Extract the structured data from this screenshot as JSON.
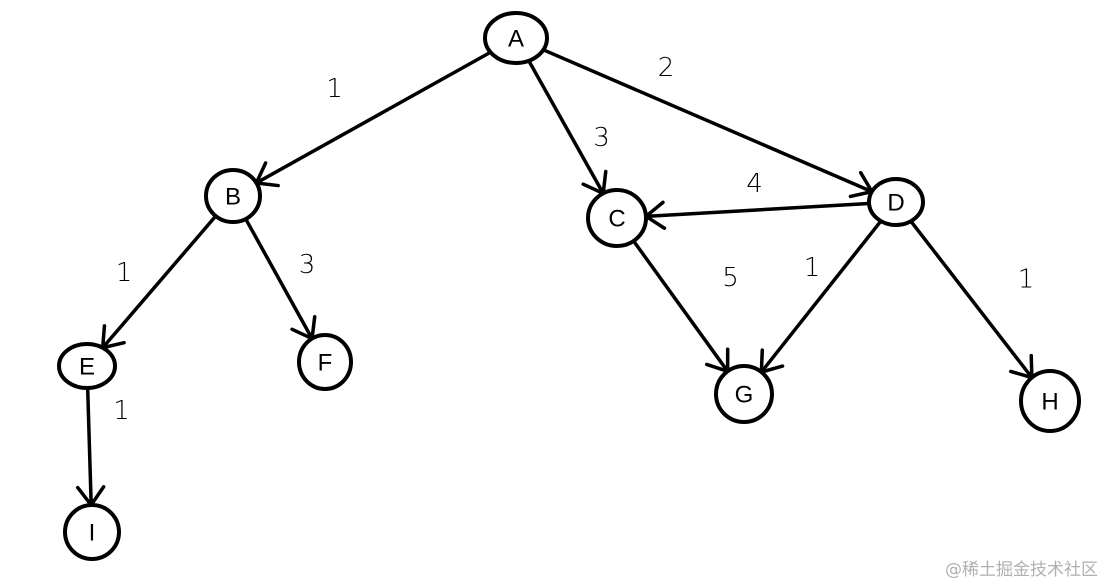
{
  "diagram": {
    "nodes": [
      {
        "id": "A",
        "label": "A"
      },
      {
        "id": "B",
        "label": "B"
      },
      {
        "id": "C",
        "label": "C"
      },
      {
        "id": "D",
        "label": "D"
      },
      {
        "id": "E",
        "label": "E"
      },
      {
        "id": "F",
        "label": "F"
      },
      {
        "id": "G",
        "label": "G"
      },
      {
        "id": "H",
        "label": "H"
      },
      {
        "id": "I",
        "label": "I"
      }
    ],
    "edges": [
      {
        "from": "A",
        "to": "B",
        "weight": "1"
      },
      {
        "from": "A",
        "to": "C",
        "weight": "3"
      },
      {
        "from": "A",
        "to": "D",
        "weight": "2"
      },
      {
        "from": "D",
        "to": "C",
        "weight": "4"
      },
      {
        "from": "B",
        "to": "E",
        "weight": "1"
      },
      {
        "from": "B",
        "to": "F",
        "weight": "3"
      },
      {
        "from": "C",
        "to": "G",
        "weight": "5"
      },
      {
        "from": "D",
        "to": "G",
        "weight": "1"
      },
      {
        "from": "D",
        "to": "H",
        "weight": "1"
      },
      {
        "from": "E",
        "to": "I",
        "weight": "1"
      }
    ]
  },
  "watermark": "@稀土掘金技术社区",
  "colors": {
    "stroke": "#000000",
    "background": "#ffffff",
    "watermark": "#b0b0b0"
  }
}
